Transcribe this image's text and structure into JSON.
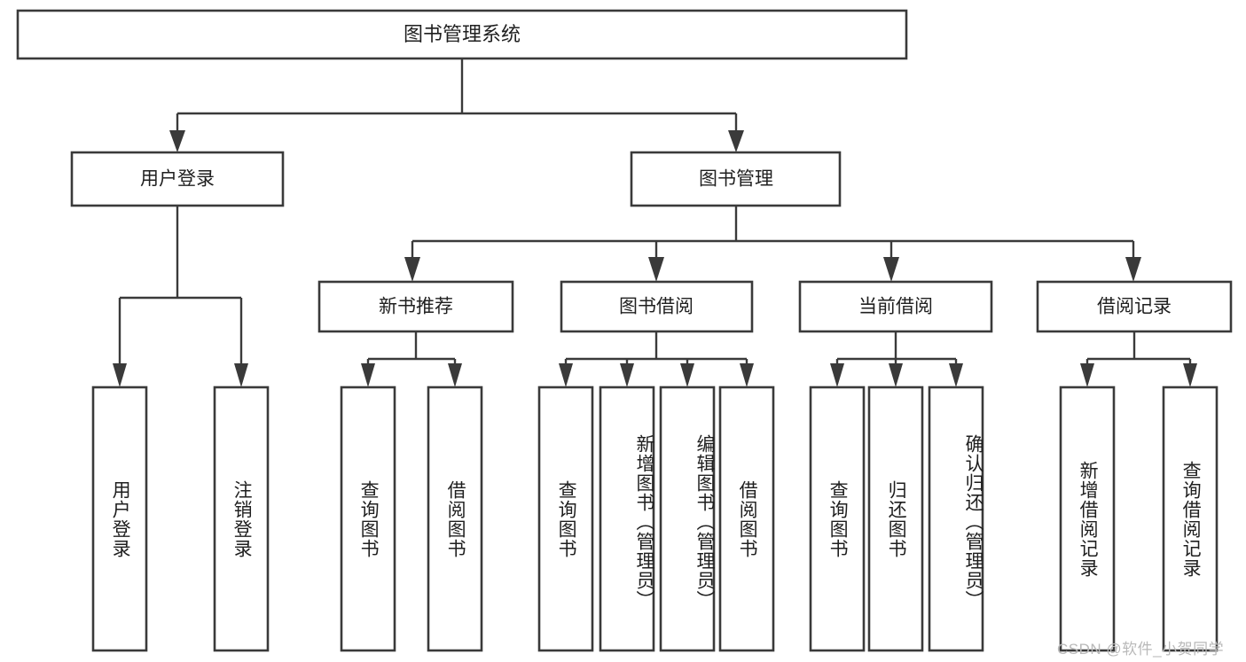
{
  "diagram": {
    "title": "图书管理系统",
    "type": "functional-structure-tree",
    "root": {
      "label": "图书管理系统",
      "orientation": "horizontal"
    },
    "level2": [
      {
        "label": "用户登录",
        "orientation": "horizontal"
      },
      {
        "label": "图书管理",
        "orientation": "horizontal"
      }
    ],
    "level3": [
      {
        "label": "新书推荐",
        "orientation": "horizontal",
        "parent": "图书管理"
      },
      {
        "label": "图书借阅",
        "orientation": "horizontal",
        "parent": "图书管理"
      },
      {
        "label": "当前借阅",
        "orientation": "horizontal",
        "parent": "图书管理"
      },
      {
        "label": "借阅记录",
        "orientation": "horizontal",
        "parent": "图书管理"
      }
    ],
    "leaves": [
      {
        "label": "用户登录",
        "parent": "用户登录",
        "orientation": "vertical"
      },
      {
        "label": "注销登录",
        "parent": "用户登录",
        "orientation": "vertical"
      },
      {
        "label": "查询图书",
        "parent": "新书推荐",
        "orientation": "vertical"
      },
      {
        "label": "借阅图书",
        "parent": "新书推荐",
        "orientation": "vertical"
      },
      {
        "label": "查询图书",
        "parent": "图书借阅",
        "orientation": "vertical"
      },
      {
        "label": "新增图书（管理员）",
        "parent": "图书借阅",
        "orientation": "vertical"
      },
      {
        "label": "编辑图书（管理员）",
        "parent": "图书借阅",
        "orientation": "vertical"
      },
      {
        "label": "借阅图书",
        "parent": "图书借阅",
        "orientation": "vertical"
      },
      {
        "label": "查询图书",
        "parent": "当前借阅",
        "orientation": "vertical"
      },
      {
        "label": "归还图书",
        "parent": "当前借阅",
        "orientation": "vertical"
      },
      {
        "label": "确认归还（管理员）",
        "parent": "当前借阅",
        "orientation": "vertical"
      },
      {
        "label": "新增借阅记录",
        "parent": "借阅记录",
        "orientation": "vertical"
      },
      {
        "label": "查询借阅记录",
        "parent": "借阅记录",
        "orientation": "vertical"
      }
    ],
    "colors": {
      "box_stroke": "#3a3a3a",
      "box_fill": "#ffffff",
      "text": "#1f1f1f",
      "connector": "#3a3a3a",
      "watermark": "#b9b9b9",
      "background": "#ffffff"
    }
  },
  "watermark": {
    "text": "CSDN @软件_小贺同学"
  }
}
